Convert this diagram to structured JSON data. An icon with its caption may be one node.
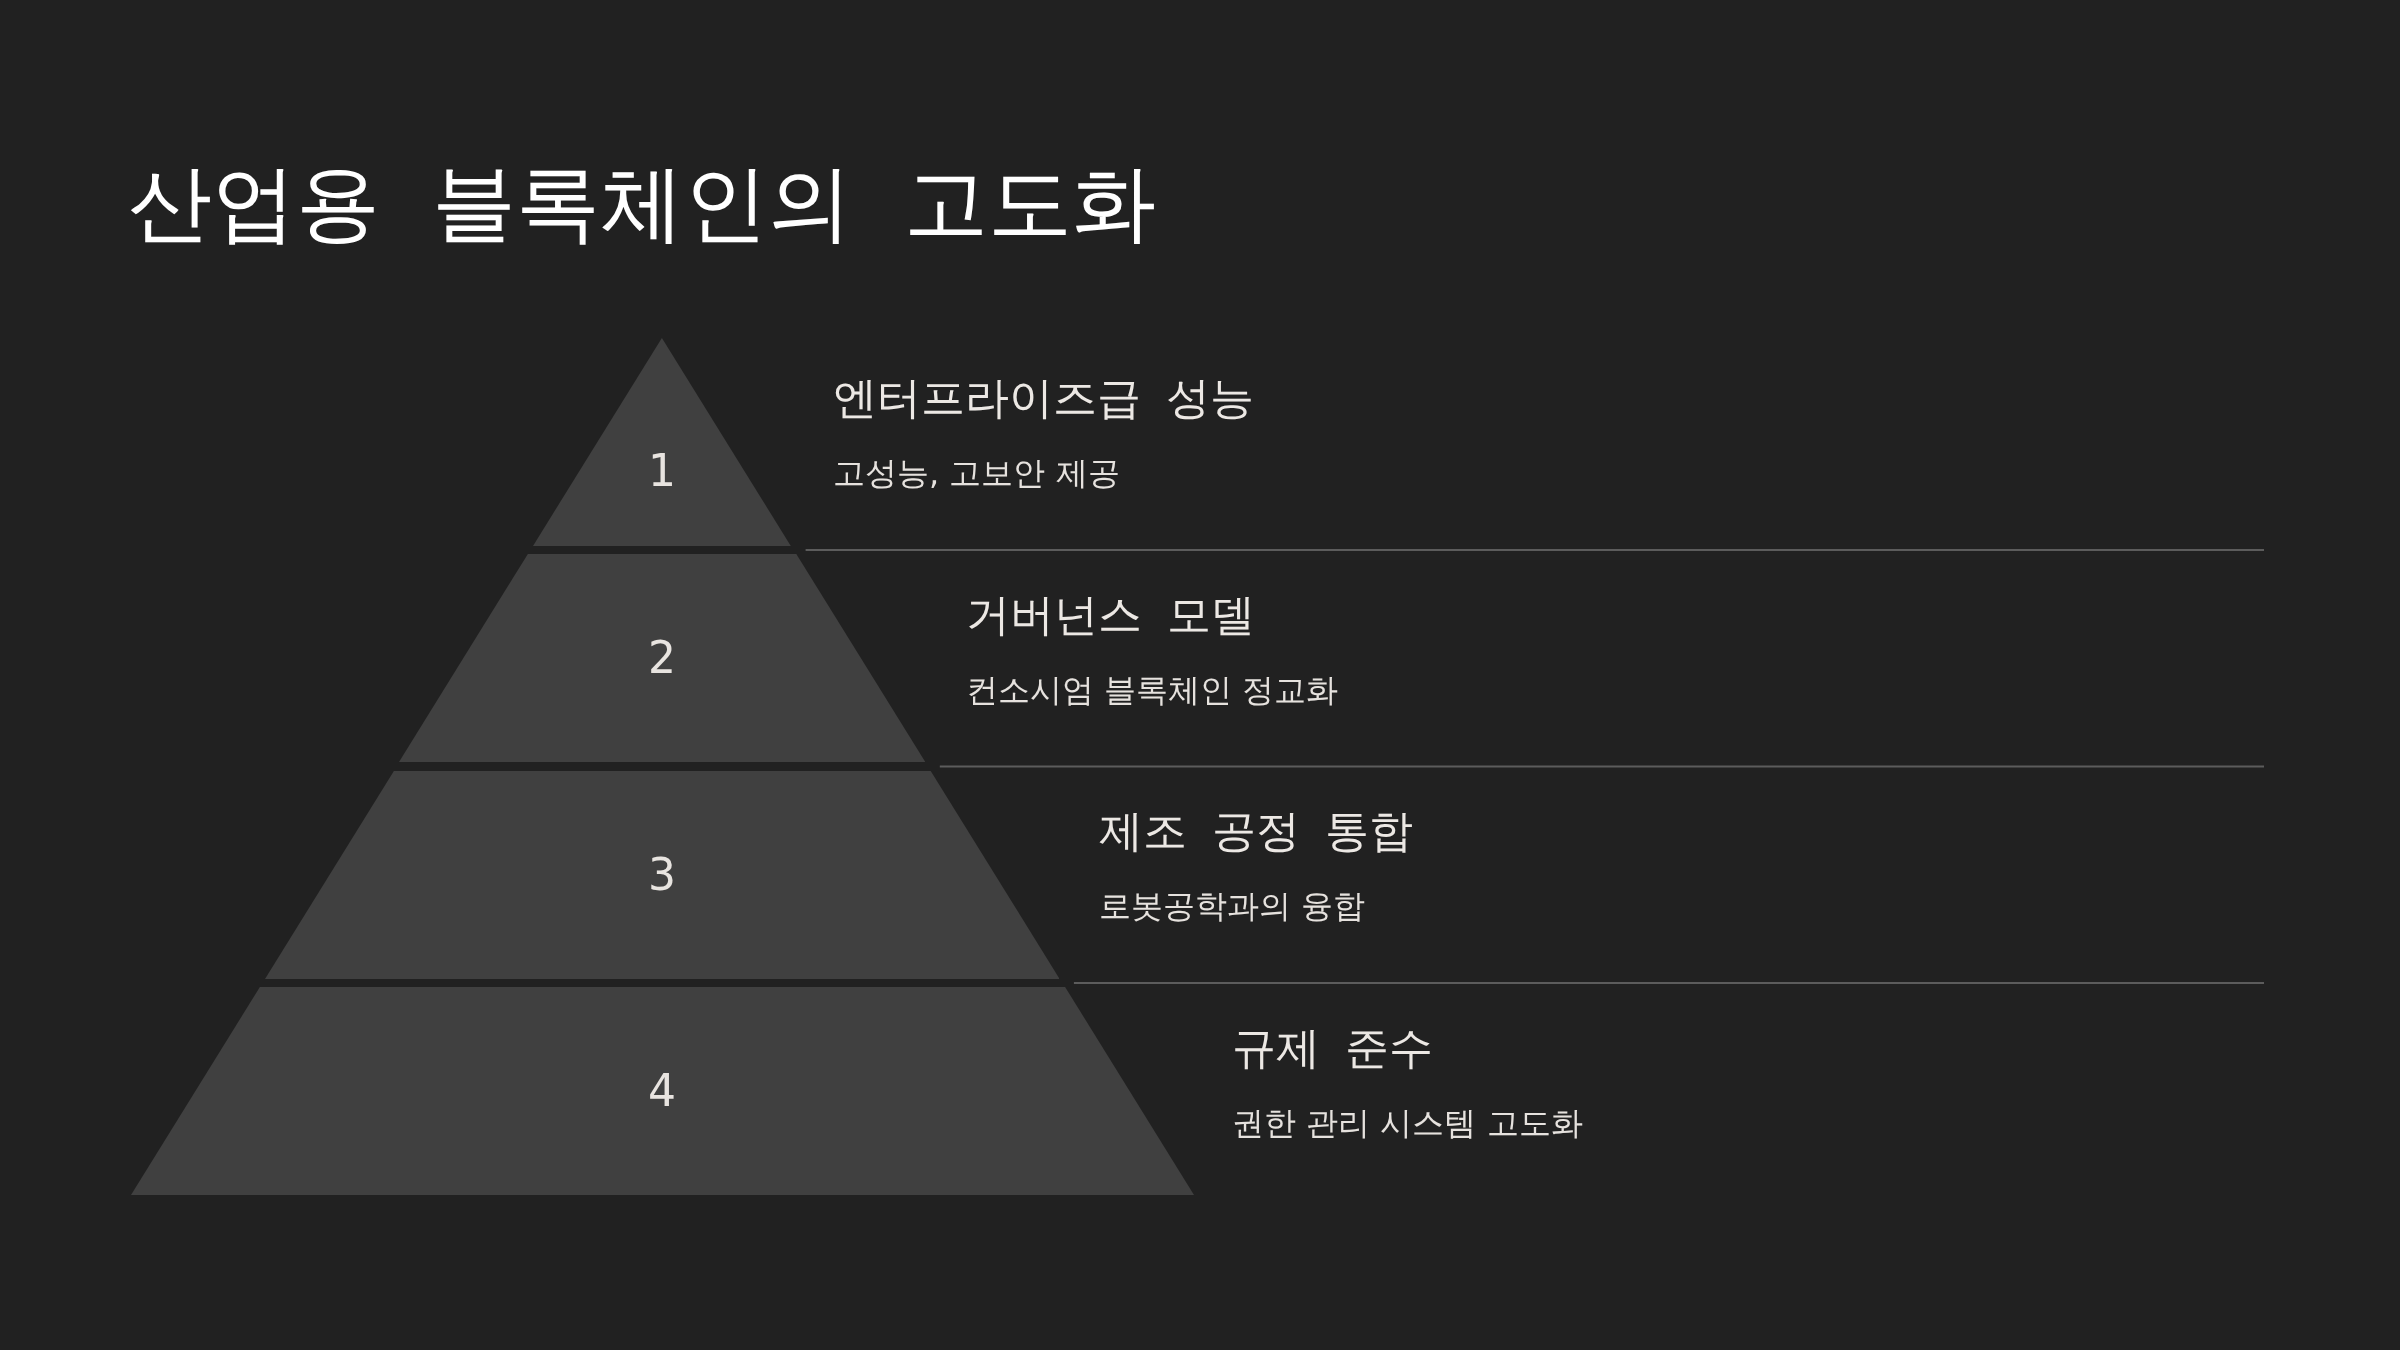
{
  "diagram": {
    "title": "산업용 블록체인의 고도화",
    "nodes": [
      {
        "text": [
          "1"
        ],
        "beside": [
          "엔터프라이즈급 성능",
          "고성능, 고보안 제공"
        ]
      },
      {
        "text": [
          "2"
        ],
        "beside": [
          "거버넌스 모델",
          "컨소시엄 블록체인 정교화"
        ]
      },
      {
        "text": [
          "3"
        ],
        "beside": [
          "제조 공정 통합",
          "로봇공학과의 융합"
        ]
      },
      {
        "text": [
          "4"
        ],
        "beside": [
          "규제 준수",
          "권한 관리 시스템 고도화"
        ]
      }
    ]
  }
}
